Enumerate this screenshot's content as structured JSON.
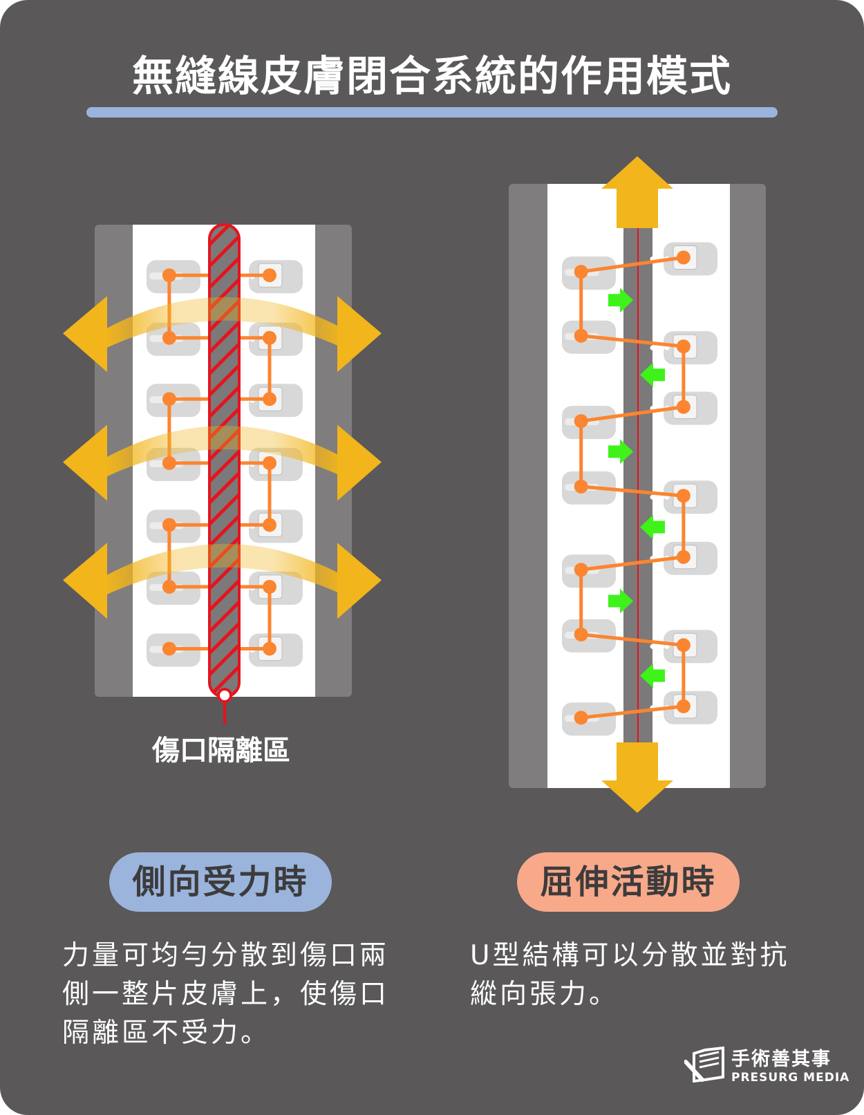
{
  "title": "無縫線皮膚閉合系統的作用模式",
  "left_panel": {
    "zone_label": "傷口隔離區",
    "pill_label": "側向受力時",
    "description": "力量可均勻分散到傷口兩側一整片皮膚上，使傷口隔離區不受力。"
  },
  "right_panel": {
    "pill_label": "屈伸活動時",
    "description": "U型結構可以分散並對抗縱向張力。"
  },
  "logo": {
    "name_zh": "手術善其事",
    "name_en": "PRESURG MEDIA"
  },
  "colors": {
    "background": "#5a5859",
    "accent_blue": "#9bb4dc",
    "accent_salmon": "#f7a98a",
    "arrow_yellow": "#f2b51c",
    "suture_orange": "#fb8530",
    "isolation_red": "#e4141d",
    "green_arrow": "#3ef21a"
  }
}
